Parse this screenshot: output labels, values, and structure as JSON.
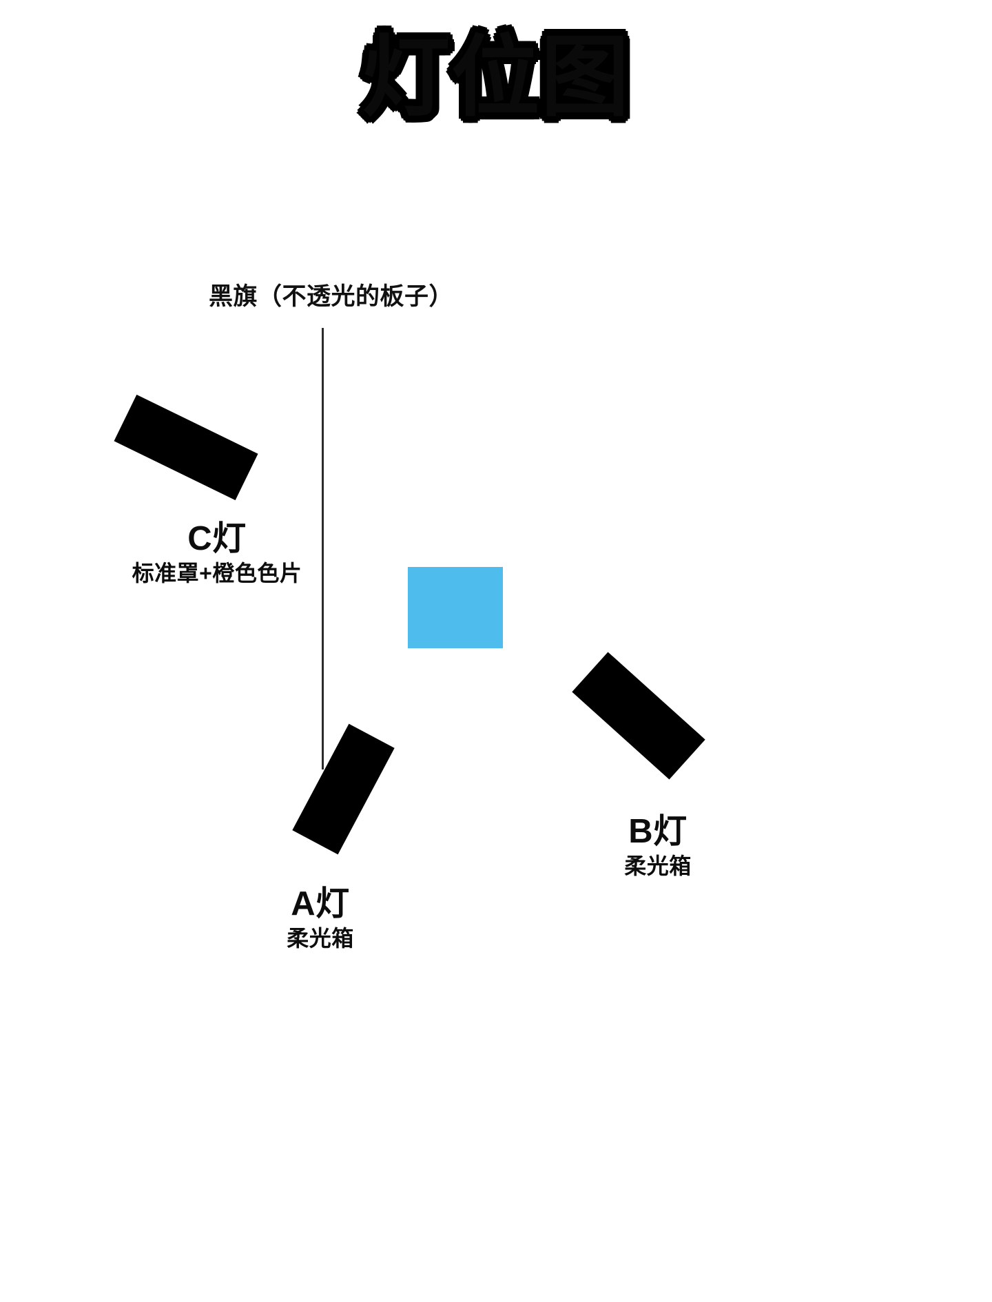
{
  "page": {
    "title": "灯位图",
    "background_color": "#ffffff"
  },
  "diagram": {
    "flag": {
      "label": "黑旗（不透光的板子）",
      "line_color": "#2b2b2b"
    },
    "subject": {
      "name": "subject-block",
      "color": "#4FBCEE"
    },
    "lights": [
      {
        "id": "C",
        "name": "C灯",
        "modifier": "标准罩+橙色色片",
        "color": "#000000"
      },
      {
        "id": "A",
        "name": "A灯",
        "modifier": "柔光箱",
        "color": "#000000"
      },
      {
        "id": "B",
        "name": "B灯",
        "modifier": "柔光箱",
        "color": "#000000"
      }
    ]
  }
}
